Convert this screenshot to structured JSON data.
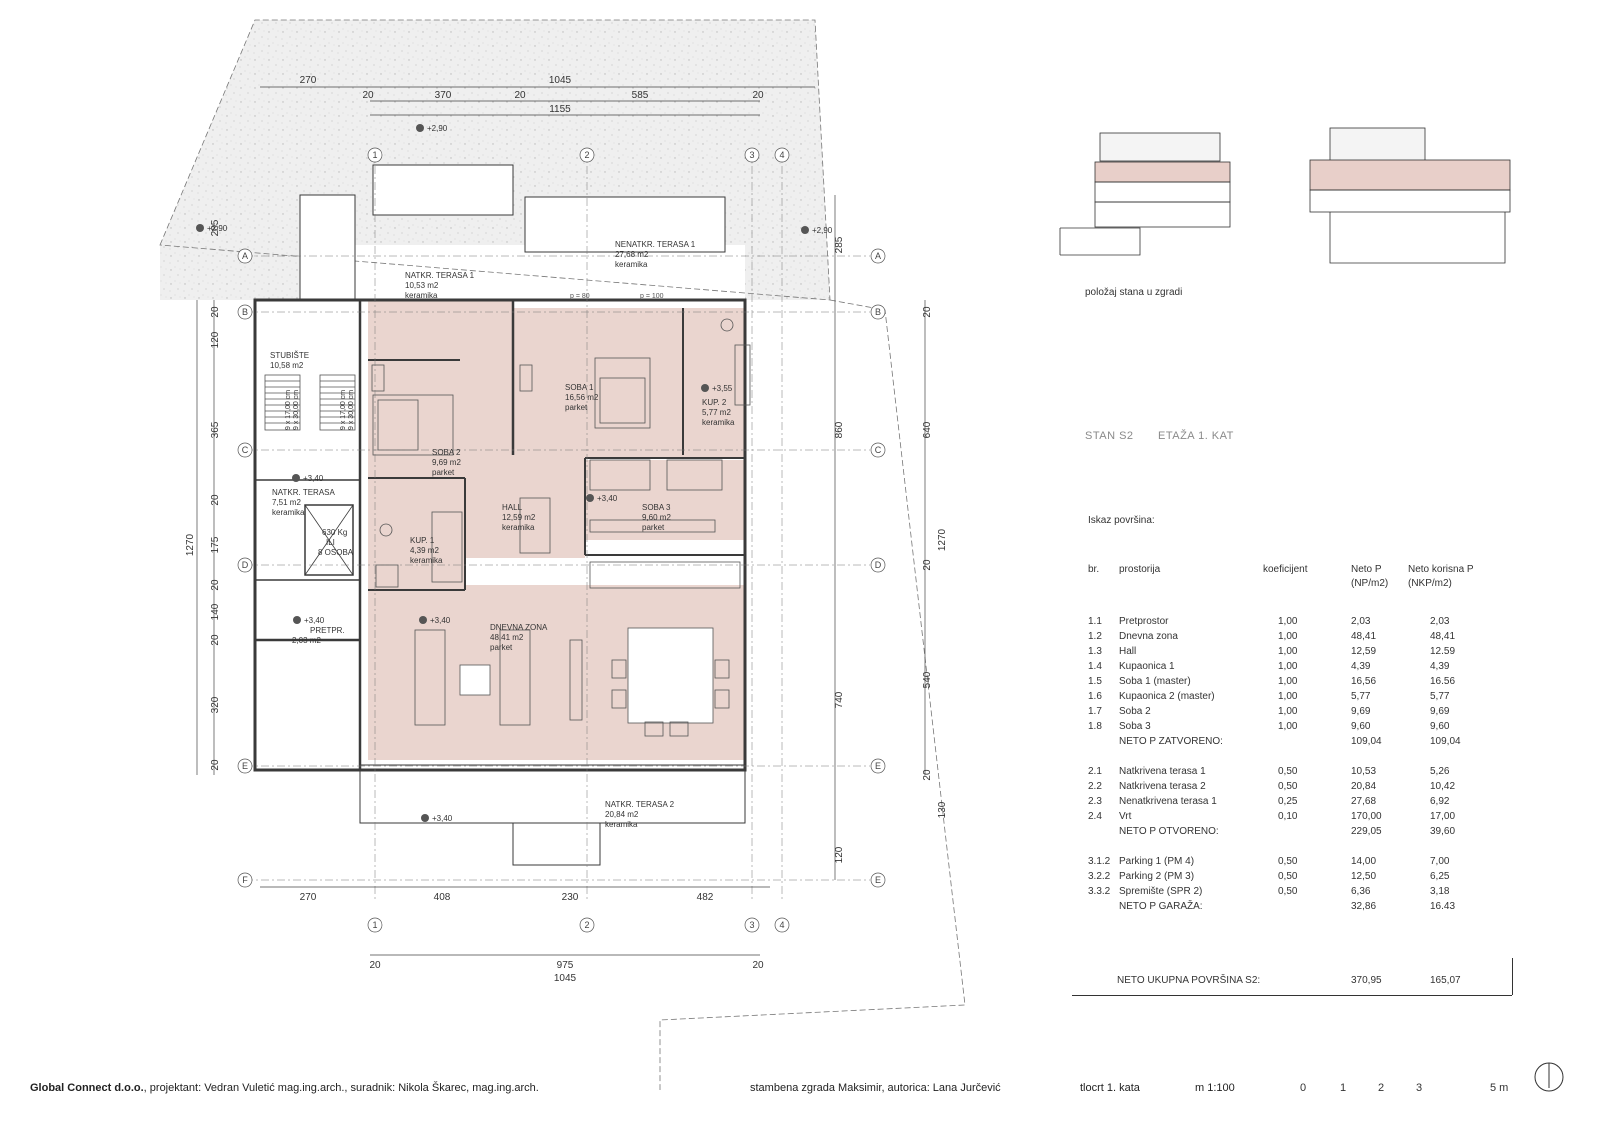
{
  "dimensions": {
    "top": [
      "270",
      "1045",
      "20",
      "370",
      "20",
      "585",
      "20",
      "1155"
    ],
    "bottom": [
      "270",
      "408",
      "230",
      "482",
      "20",
      "975",
      "20",
      "1045"
    ],
    "left": [
      "20",
      "120",
      "365",
      "20",
      "175",
      "20",
      "140",
      "20",
      "320",
      "20",
      "1270",
      "285"
    ],
    "right_outer": [
      "285",
      "860",
      "640",
      "1270",
      "540",
      "740",
      "130",
      "120",
      "20",
      "20",
      "20"
    ]
  },
  "axes": {
    "columns": [
      "1",
      "2",
      "3",
      "4"
    ],
    "rows": [
      "A",
      "B",
      "C",
      "D",
      "E",
      "F"
    ]
  },
  "rooms": [
    {
      "name": "STUBIŠTE",
      "area": "10,58 m2",
      "material": ""
    },
    {
      "name": "NATKR. TERASA",
      "area": "7,51 m2",
      "material": "keramika"
    },
    {
      "name": "630 Kg",
      "area": "ILI",
      "material": "8 OSOBA"
    },
    {
      "name": "PRETPR.",
      "area": "2,03 m2",
      "material": ""
    },
    {
      "name": "SOBA 2",
      "area": "9,69 m2",
      "material": "parket"
    },
    {
      "name": "KUP. 1",
      "area": "4,39 m2",
      "material": "keramika"
    },
    {
      "name": "HALL",
      "area": "12,59 m2",
      "material": "keramika"
    },
    {
      "name": "SOBA 1",
      "area": "16,56 m2",
      "material": "parket"
    },
    {
      "name": "KUP. 2",
      "area": "5,77 m2",
      "material": "keramika"
    },
    {
      "name": "SOBA 3",
      "area": "9,60 m2",
      "material": "parket"
    },
    {
      "name": "DNEVNA ZONA",
      "area": "48,41 m2",
      "material": "parket"
    },
    {
      "name": "NATKR. TERASA 1",
      "area": "10,53 m2",
      "material": "keramika"
    },
    {
      "name": "NENATKR. TERASA 1",
      "area": "27,68 m2",
      "material": "keramika"
    },
    {
      "name": "NATKR. TERASA 2",
      "area": "20,84 m2",
      "material": "keramika"
    }
  ],
  "levels": [
    "+2,90",
    "+2,90",
    "+2,90",
    "+3,40",
    "+3,40",
    "+3,40",
    "+3,40",
    "+3,55",
    "+3,40"
  ],
  "stairs": [
    "9 x 17,00 cm",
    "9 x 30,00 cm",
    "9 x 17,00 cm",
    "9 x 30,00 cm"
  ],
  "notes": [
    "p = 80",
    "p = 100"
  ],
  "position_caption": "položaj stana u zgradi",
  "unit_title": "STAN S2",
  "floor_title": "ETAŽA 1. KAT",
  "table_caption": "Iskaz površina:",
  "table": {
    "headers": [
      "br.",
      "prostorija",
      "koeficijent",
      "Neto P\n(NP/m2)",
      "Neto korisna P\n(NKP/m2)"
    ],
    "groups": [
      {
        "rows": [
          [
            "1.1",
            "Pretprostor",
            "1,00",
            "2,03",
            "2,03"
          ],
          [
            "1.2",
            "Dnevna zona",
            "1,00",
            "48,41",
            "48,41"
          ],
          [
            "1.3",
            "Hall",
            "1,00",
            "12,59",
            "12.59"
          ],
          [
            "1.4",
            "Kupaonica 1",
            "1,00",
            "4,39",
            "4,39"
          ],
          [
            "1.5",
            "Soba 1 (master)",
            "1,00",
            "16,56",
            "16.56"
          ],
          [
            "1.6",
            "Kupaonica 2 (master)",
            "1,00",
            "5,77",
            "5,77"
          ],
          [
            "1.7",
            "Soba 2",
            "1,00",
            "9,69",
            "9,69"
          ],
          [
            "1.8",
            "Soba 3",
            "1,00",
            "9,60",
            "9,60"
          ]
        ],
        "total": [
          "NETO P ZATVORENO:",
          "109,04",
          "109,04"
        ]
      },
      {
        "rows": [
          [
            "2.1",
            "Natkrivena terasa 1",
            "0,50",
            "10,53",
            "5,26"
          ],
          [
            "2.2",
            "Natkrivena terasa 2",
            "0,50",
            "20,84",
            "10,42"
          ],
          [
            "2.3",
            "Nenatkrivena terasa 1",
            "0,25",
            "27,68",
            "6,92"
          ],
          [
            "2.4",
            "Vrt",
            "0,10",
            "170,00",
            "17,00"
          ]
        ],
        "total": [
          "NETO P OTVORENO:",
          "229,05",
          "39,60"
        ]
      },
      {
        "rows": [
          [
            "3.1.2",
            "Parking 1 (PM 4)",
            "0,50",
            "14,00",
            "7,00"
          ],
          [
            "3.2.2",
            "Parking 2 (PM 3)",
            "0,50",
            "12,50",
            "6,25"
          ],
          [
            "3.3.2",
            "Spremište (SPR 2)",
            "0,50",
            "6,36",
            "3,18"
          ]
        ],
        "total": [
          "NETO P GARAŽA:",
          "32,86",
          "16.43"
        ]
      }
    ],
    "grand_total": [
      "NETO UKUPNA POVRŠINA S2:",
      "370,95",
      "165,07"
    ]
  },
  "footer": {
    "company": "Global Connect d.o.o.",
    "credits": ", projektant: Vedran Vuletić mag.ing.arch., suradnik: Nikola Škarec, mag.ing.arch.",
    "project": "stambena zgrada Maksimir, autorica: Lana Jurčević",
    "sheet": "tlocrt 1. kata",
    "scale": "m 1:100",
    "scale_ticks": [
      "0",
      "1",
      "2",
      "3",
      "5 m"
    ]
  },
  "colors": {
    "room_fill": "#ead5cf",
    "garden_fill": "#ececec",
    "wall": "#3a3a3a",
    "text": "#333333",
    "title_grey": "#8a8a8a"
  }
}
